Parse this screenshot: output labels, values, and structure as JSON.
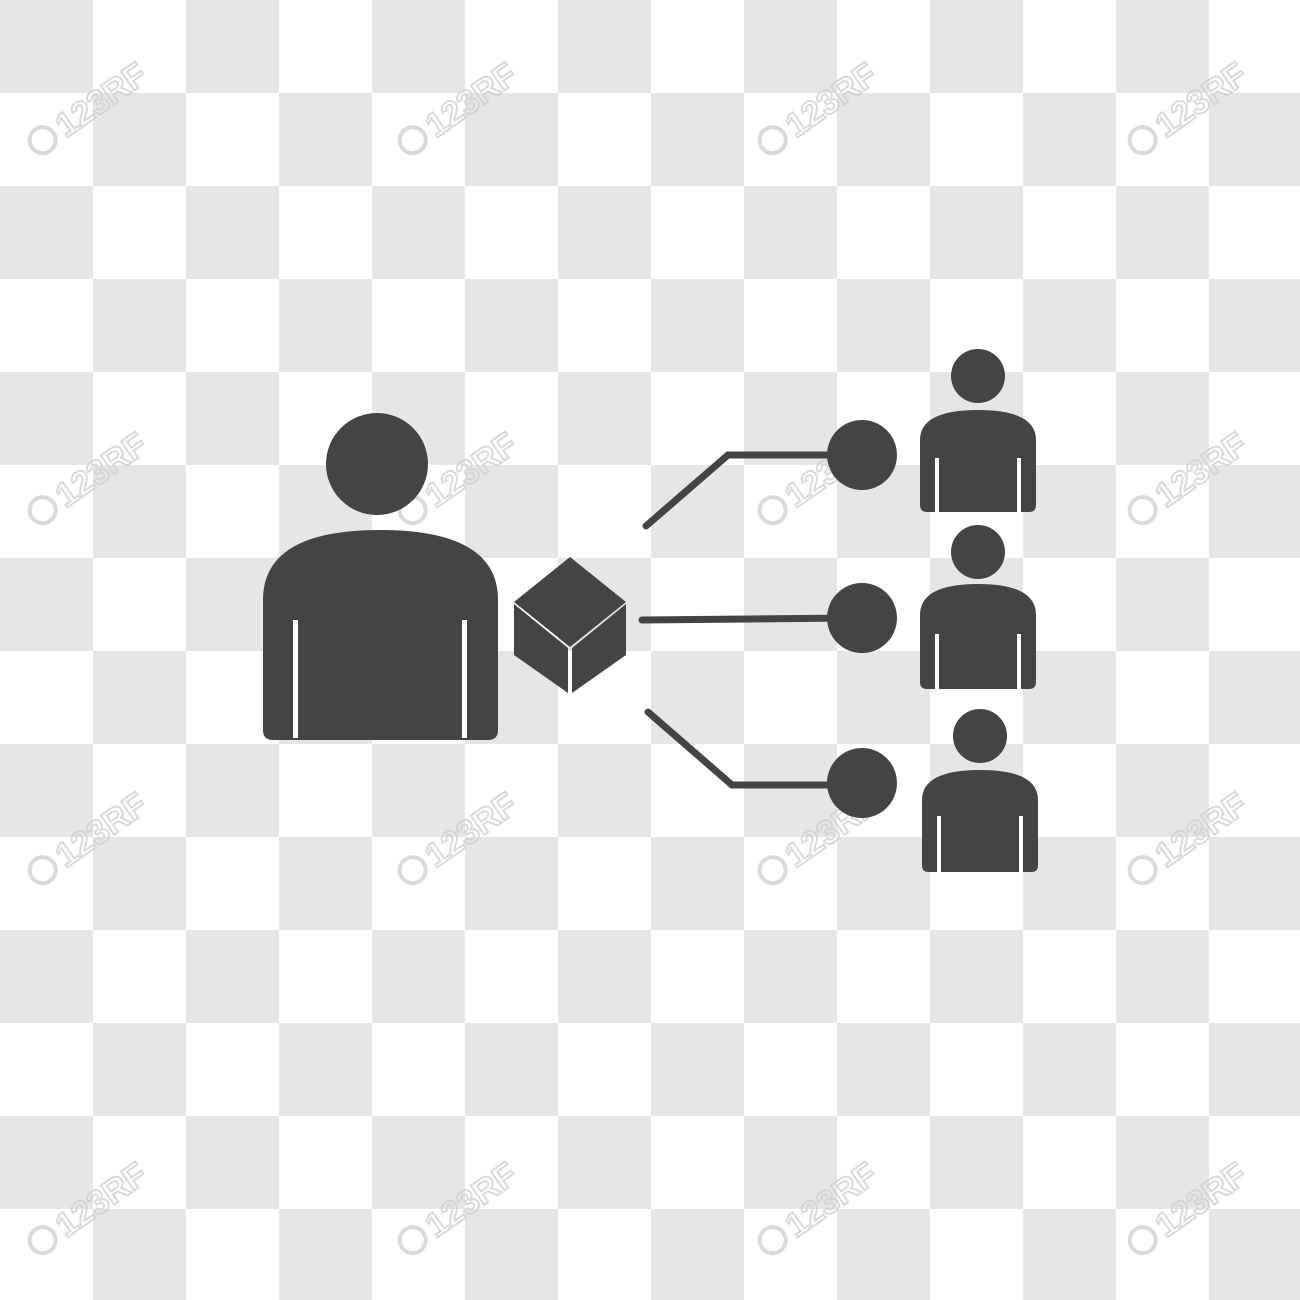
{
  "colors": {
    "checker_light": "#ffffff",
    "checker_dark": "#e6e6e6",
    "icon_fill": "#444444",
    "watermark": "#d2d2d2"
  },
  "watermark": {
    "text": "123RF"
  },
  "icon": {
    "title": "",
    "parts": [
      "large-person",
      "cube",
      "connector-lines",
      "connector-nodes",
      "small-person-top",
      "small-person-middle",
      "small-person-bottom"
    ]
  }
}
